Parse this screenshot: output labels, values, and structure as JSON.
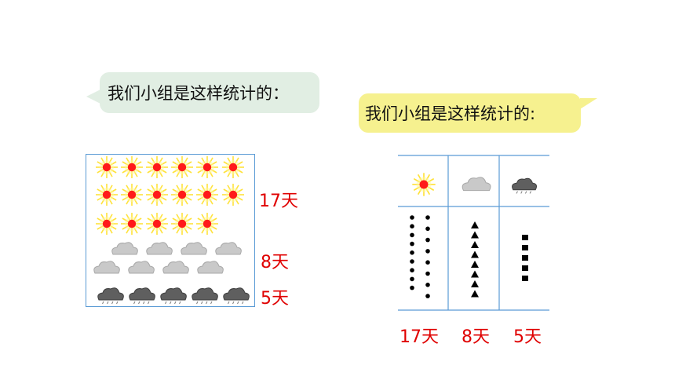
{
  "left_group": {
    "bubble_text": "我们小组是这样统计的：",
    "counts": {
      "sunny": "17天",
      "cloudy": "8天",
      "rainy": "5天"
    },
    "sunny_icons": 17,
    "cloudy_icons": 8,
    "rainy_icons": 5
  },
  "right_group": {
    "bubble_text": "我们小组是这样统计的:",
    "columns": [
      {
        "weather": "sun-icon",
        "mark": "dot",
        "count": "17天",
        "tally": 17
      },
      {
        "weather": "cloud-icon",
        "mark": "triangle",
        "count": "8天",
        "tally": 8
      },
      {
        "weather": "rain-cloud-icon",
        "mark": "square",
        "count": "5天",
        "tally": 5
      }
    ]
  },
  "colors": {
    "count_red": "#e00000",
    "frame_blue": "#5b9bd5",
    "sun_red": "#ff1a1a",
    "sun_ray": "#ffe23a",
    "bubble_green": "#e1eee3",
    "bubble_yellow": "#f6f18f"
  }
}
